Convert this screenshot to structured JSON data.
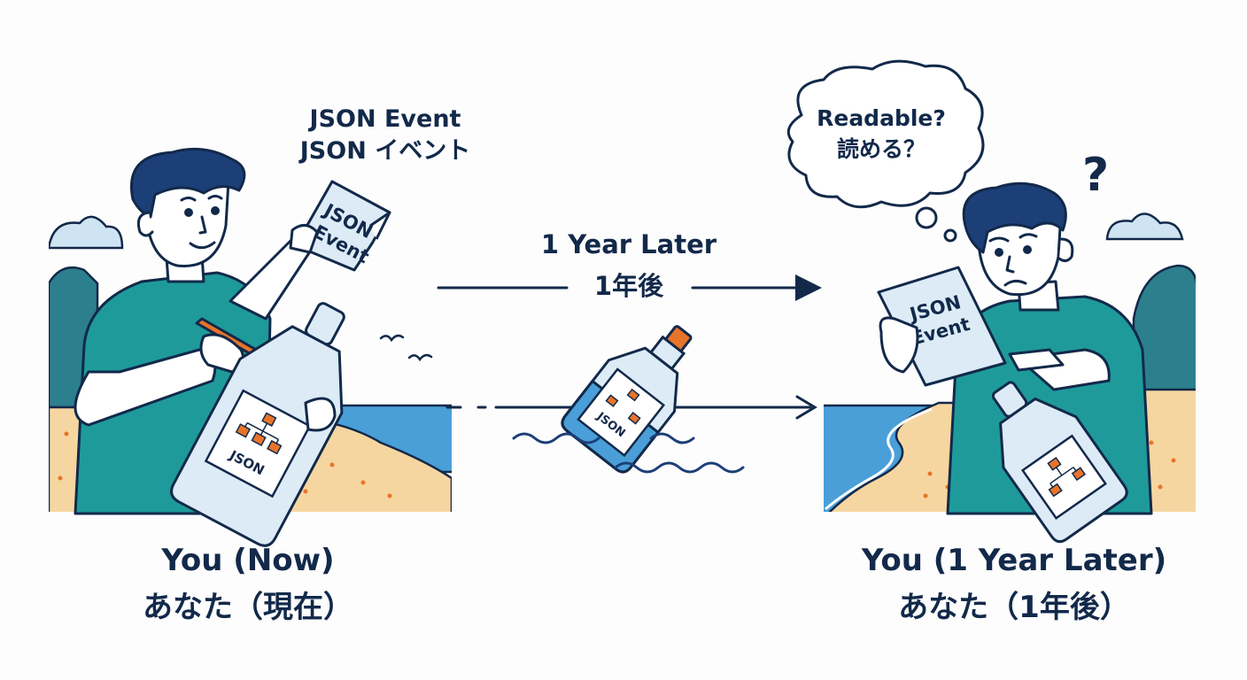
{
  "event_label": {
    "en": "JSON Event",
    "jp": "JSON イベント"
  },
  "paper_text": {
    "line1": "JSON",
    "line2": "Event"
  },
  "bottle_label": "JSON",
  "timeline": {
    "en": "1 Year Later",
    "jp": "1年後"
  },
  "thought_bubble": {
    "en": "Readable?",
    "jp": "読める？"
  },
  "question_mark": "?",
  "person_now": {
    "en": "You (Now)",
    "jp": "あなた（現在）"
  },
  "person_later": {
    "en": "You (1 Year Later)",
    "jp": "あなた（1年後）"
  },
  "colors": {
    "outline": "#12294a",
    "shirt": "#1f9a9b",
    "hair": "#1c3f78",
    "sand": "#f6d6a0",
    "sea": "#4a9fd8",
    "bush": "#2c7f8c",
    "sky_cloud": "#cfe4f2",
    "glass": "#dcebf6",
    "cork": "#e8742a",
    "skin": "#ffffff"
  }
}
